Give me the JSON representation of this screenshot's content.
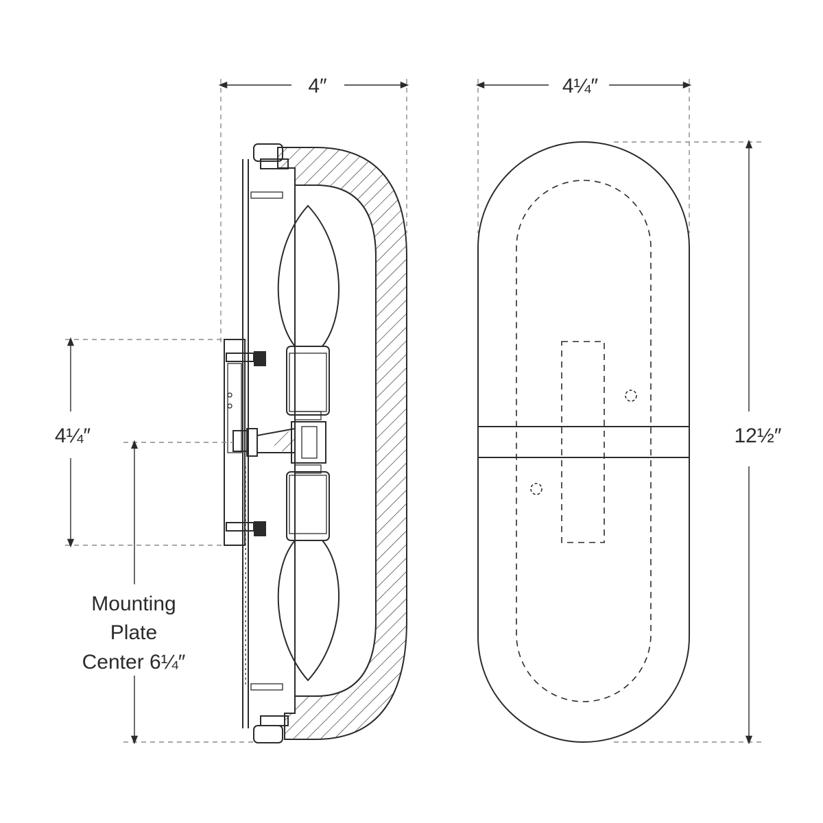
{
  "dimensions": {
    "side_depth": "4″",
    "front_width": "4¼″",
    "plate_height": "4¼″",
    "overall_height": "12½″"
  },
  "mounting_note": {
    "line1": "Mounting",
    "line2": "Plate",
    "line3": "Center 6¼″"
  }
}
